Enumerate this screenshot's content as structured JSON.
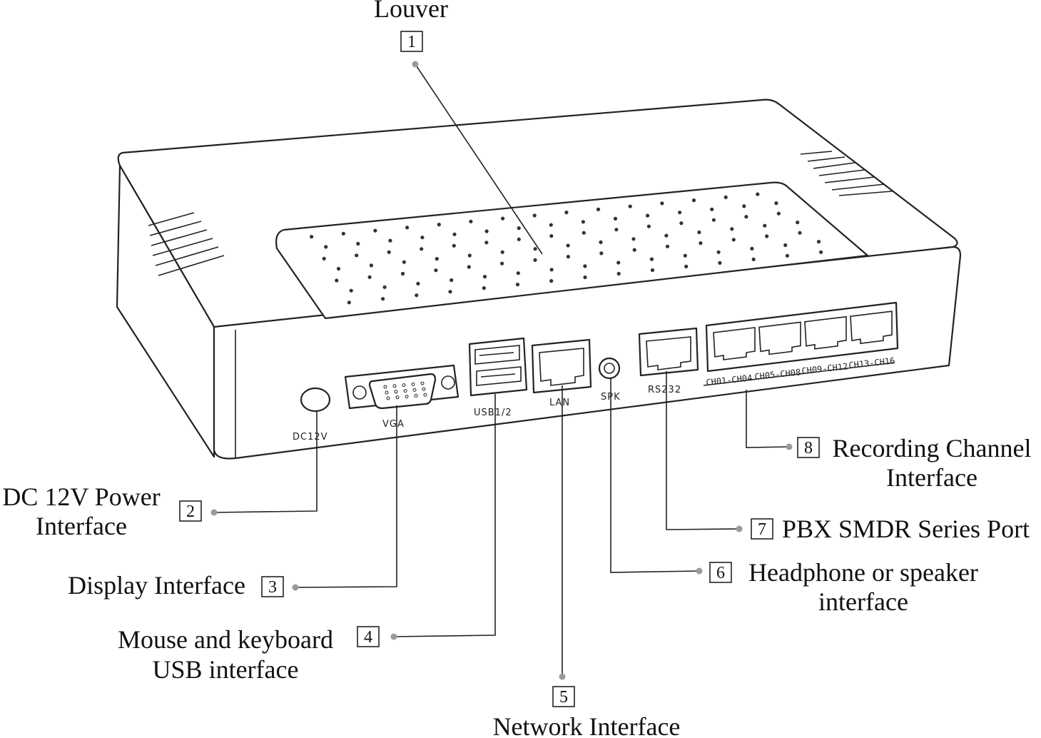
{
  "device": {
    "port_labels": {
      "dc": "DC12V",
      "vga": "VGA",
      "usb": "USB1/2",
      "lan": "LAN",
      "spk": "SPK",
      "rs232": "RS232",
      "channels": [
        "CH01-CH04",
        "CH05-CH08",
        "CH09-CH12",
        "CH13-CH16"
      ]
    }
  },
  "callouts": [
    {
      "number": "1",
      "lines": [
        "Louver"
      ]
    },
    {
      "number": "2",
      "lines": [
        "DC 12V Power",
        "Interface"
      ]
    },
    {
      "number": "3",
      "lines": [
        "Display Interface"
      ]
    },
    {
      "number": "4",
      "lines": [
        "Mouse and keyboard",
        "USB interface"
      ]
    },
    {
      "number": "5",
      "lines": [
        "Network Interface"
      ]
    },
    {
      "number": "6",
      "lines": [
        "Headphone or speaker",
        "interface"
      ]
    },
    {
      "number": "7",
      "lines": [
        "PBX SMDR Series Port"
      ]
    },
    {
      "number": "8",
      "lines": [
        "Recording Channel",
        "Interface"
      ]
    }
  ]
}
